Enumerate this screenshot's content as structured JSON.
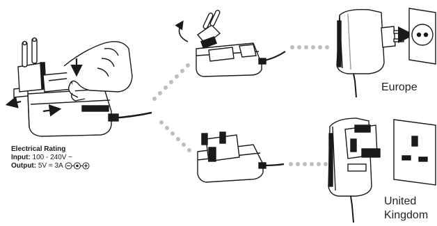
{
  "rating": {
    "title": "Electrical Rating",
    "input_label": "Input:",
    "input_value": "100 - 240V ~",
    "output_label": "Output:",
    "output_value": "5V = 3A"
  },
  "regions": {
    "europe": "Europe",
    "uk_line1": "United",
    "uk_line2": "Kingdom"
  },
  "colors": {
    "line": "#1a1a1a",
    "dots": "#bdbdbd",
    "fill": "#ffffff",
    "dark": "#1a1a1a"
  }
}
